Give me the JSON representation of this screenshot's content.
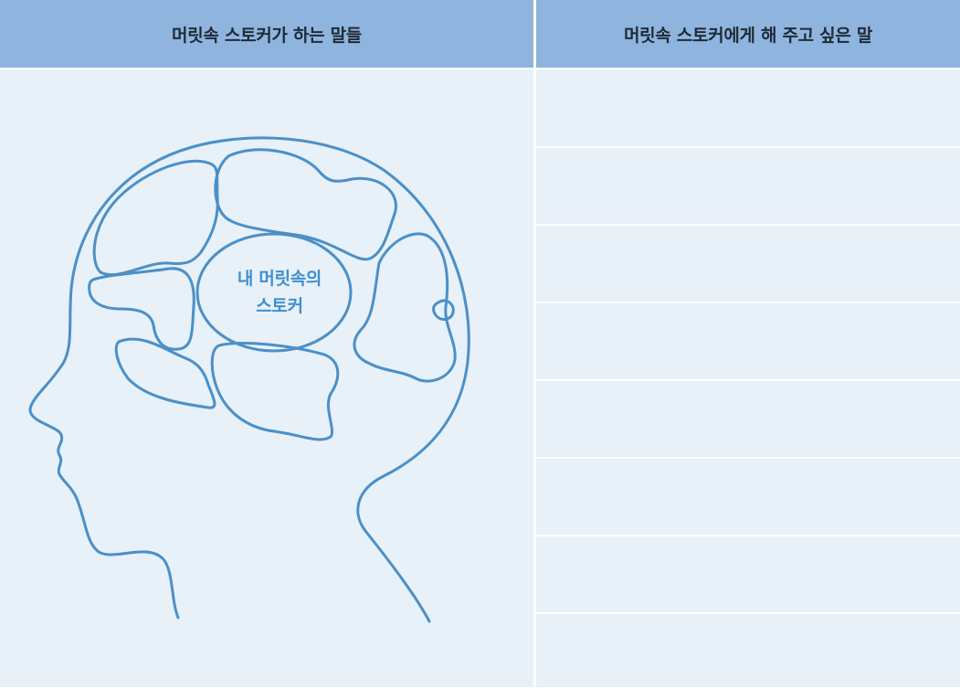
{
  "table": {
    "left_header": "머릿속 스토커가 하는 말들",
    "right_header": "머릿속 스토커에게 해 주고 싶은 말"
  },
  "illustration": {
    "label_line1": "내 머릿속의",
    "label_line2": "스토커",
    "stroke_color": "#4a90c8"
  },
  "writing_area": {
    "line_count": 7
  },
  "colors": {
    "header_bg": "#8fb5df",
    "body_bg": "#e8f0f8",
    "label_color": "#3f8fd0"
  }
}
